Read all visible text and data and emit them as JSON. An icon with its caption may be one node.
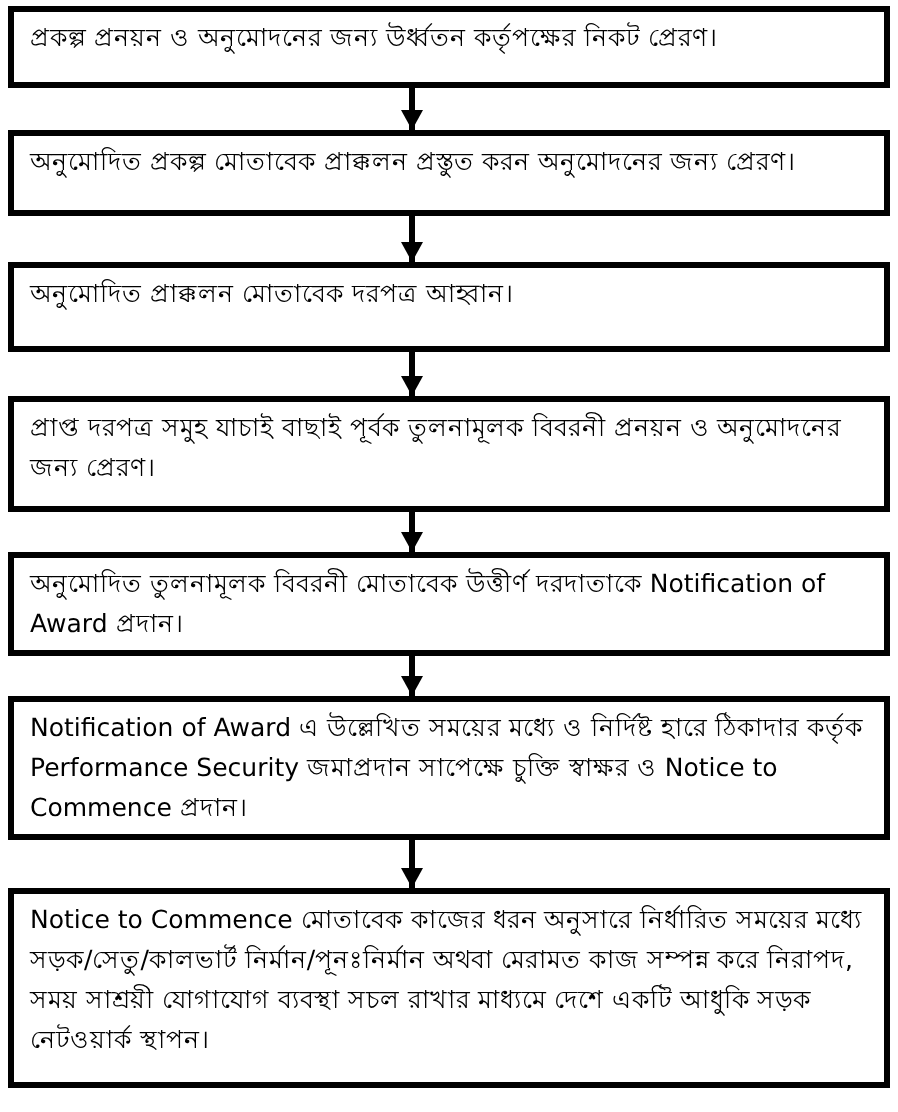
{
  "diagram": {
    "nodes": [
      {
        "text": [
          "প্রকল্প প্রনয়ন ও অনুমোদনের জন্য উর্ধ্বতন কর্তৃপক্ষের নিকট প্রেরণ।"
        ]
      },
      {
        "text": [
          "অনুমোদিত প্রকল্প মোতাবেক প্রাক্কলন প্রস্তুত করন অনুমোদনের জন্য প্রেরণ।"
        ]
      },
      {
        "text": [
          "অনুমোদিত প্রাক্কলন মোতাবেক দরপত্র আহ্বান।"
        ]
      },
      {
        "text": [
          "প্রাপ্ত দরপত্র সমুহ যাচাই বাছাই পূর্বক তুলনামূলক বিবরনী প্রনয়ন ও অনুমোদনের জন্য প্রেরণ।"
        ]
      },
      {
        "text": [
          "অনুমোদিত তুলনামূলক বিবরনী মোতাবেক উত্তীর্ণ দরদাতাকে Notification of Award প্রদান।"
        ]
      },
      {
        "text": [
          "Notification of Award এ উল্লেখিত সময়ের মধ্যে ও নির্দিষ্ট হারে ঠিকাদার কর্তৃক Performance Security জমাপ্রদান সাপেক্ষে চুক্তি স্বাক্ষর ও Notice to Commence প্রদান।"
        ]
      },
      {
        "text": [
          "Notice to Commence মোতাবেক কাজের ধরন অনুসারে নির্ধারিত সময়ের মধ্যে সড়ক/সেতু/কালভার্ট নির্মান/পূনঃনির্মান অথবা মেরামত কাজ সম্পন্ন করে নিরাপদ, সময় সাশ্রয়ী যোগাযোগ ব্যবস্থা সচল রাখার মাধ্যমে দেশে একটি আধুকি সড়ক নেটওয়ার্ক স্থাপন।"
        ]
      }
    ],
    "edges": [
      {
        "from": 0,
        "to": 1,
        "arrow": "to"
      },
      {
        "from": 1,
        "to": 2,
        "arrow": "to"
      },
      {
        "from": 2,
        "to": 3,
        "arrow": "to"
      },
      {
        "from": 3,
        "to": 4,
        "arrow": "to"
      },
      {
        "from": 4,
        "to": 5,
        "arrow": "to"
      },
      {
        "from": 5,
        "to": 6,
        "arrow": "to"
      }
    ]
  }
}
